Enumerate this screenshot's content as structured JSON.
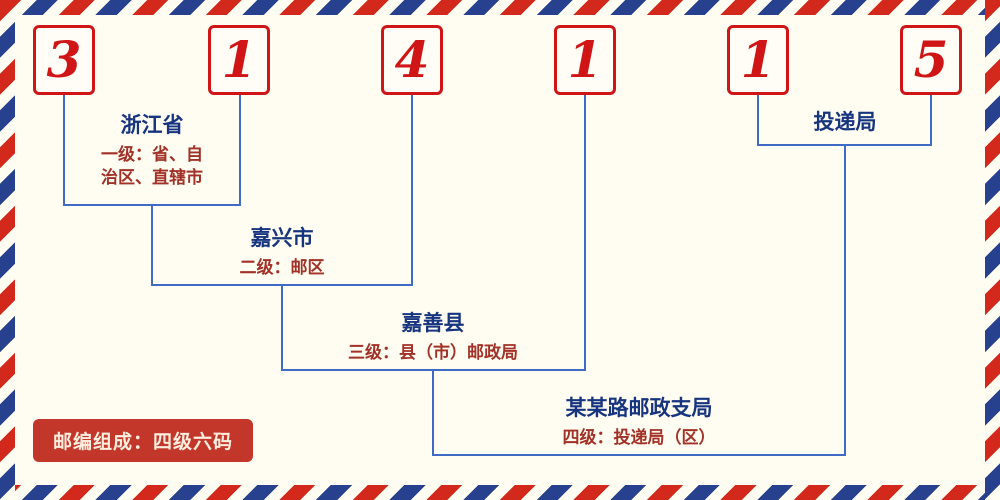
{
  "postal_code": {
    "digits": [
      "3",
      "1",
      "4",
      "1",
      "1",
      "5"
    ]
  },
  "labels": {
    "level1_place": "浙江省",
    "level1_desc_line1": "一级：省、自",
    "level1_desc_line2": "治区、直辖市",
    "level2_place": "嘉兴市",
    "level2_desc": "二级：邮区",
    "level3_place": "嘉善县",
    "level3_desc": "三级：县（市）邮政局",
    "level4_place": "某某路邮政支局",
    "level4_desc": "四级：投递局（区）",
    "delivery_office_label": "投递局",
    "badge_label": "邮编组成：四级六码"
  },
  "colors": {
    "digit_red": "#cf1515",
    "line_blue": "#3f6bc6",
    "place_blue": "#17357f",
    "desc_red": "#a23227",
    "badge_red": "#c3372b",
    "background": "#fffdf2"
  }
}
